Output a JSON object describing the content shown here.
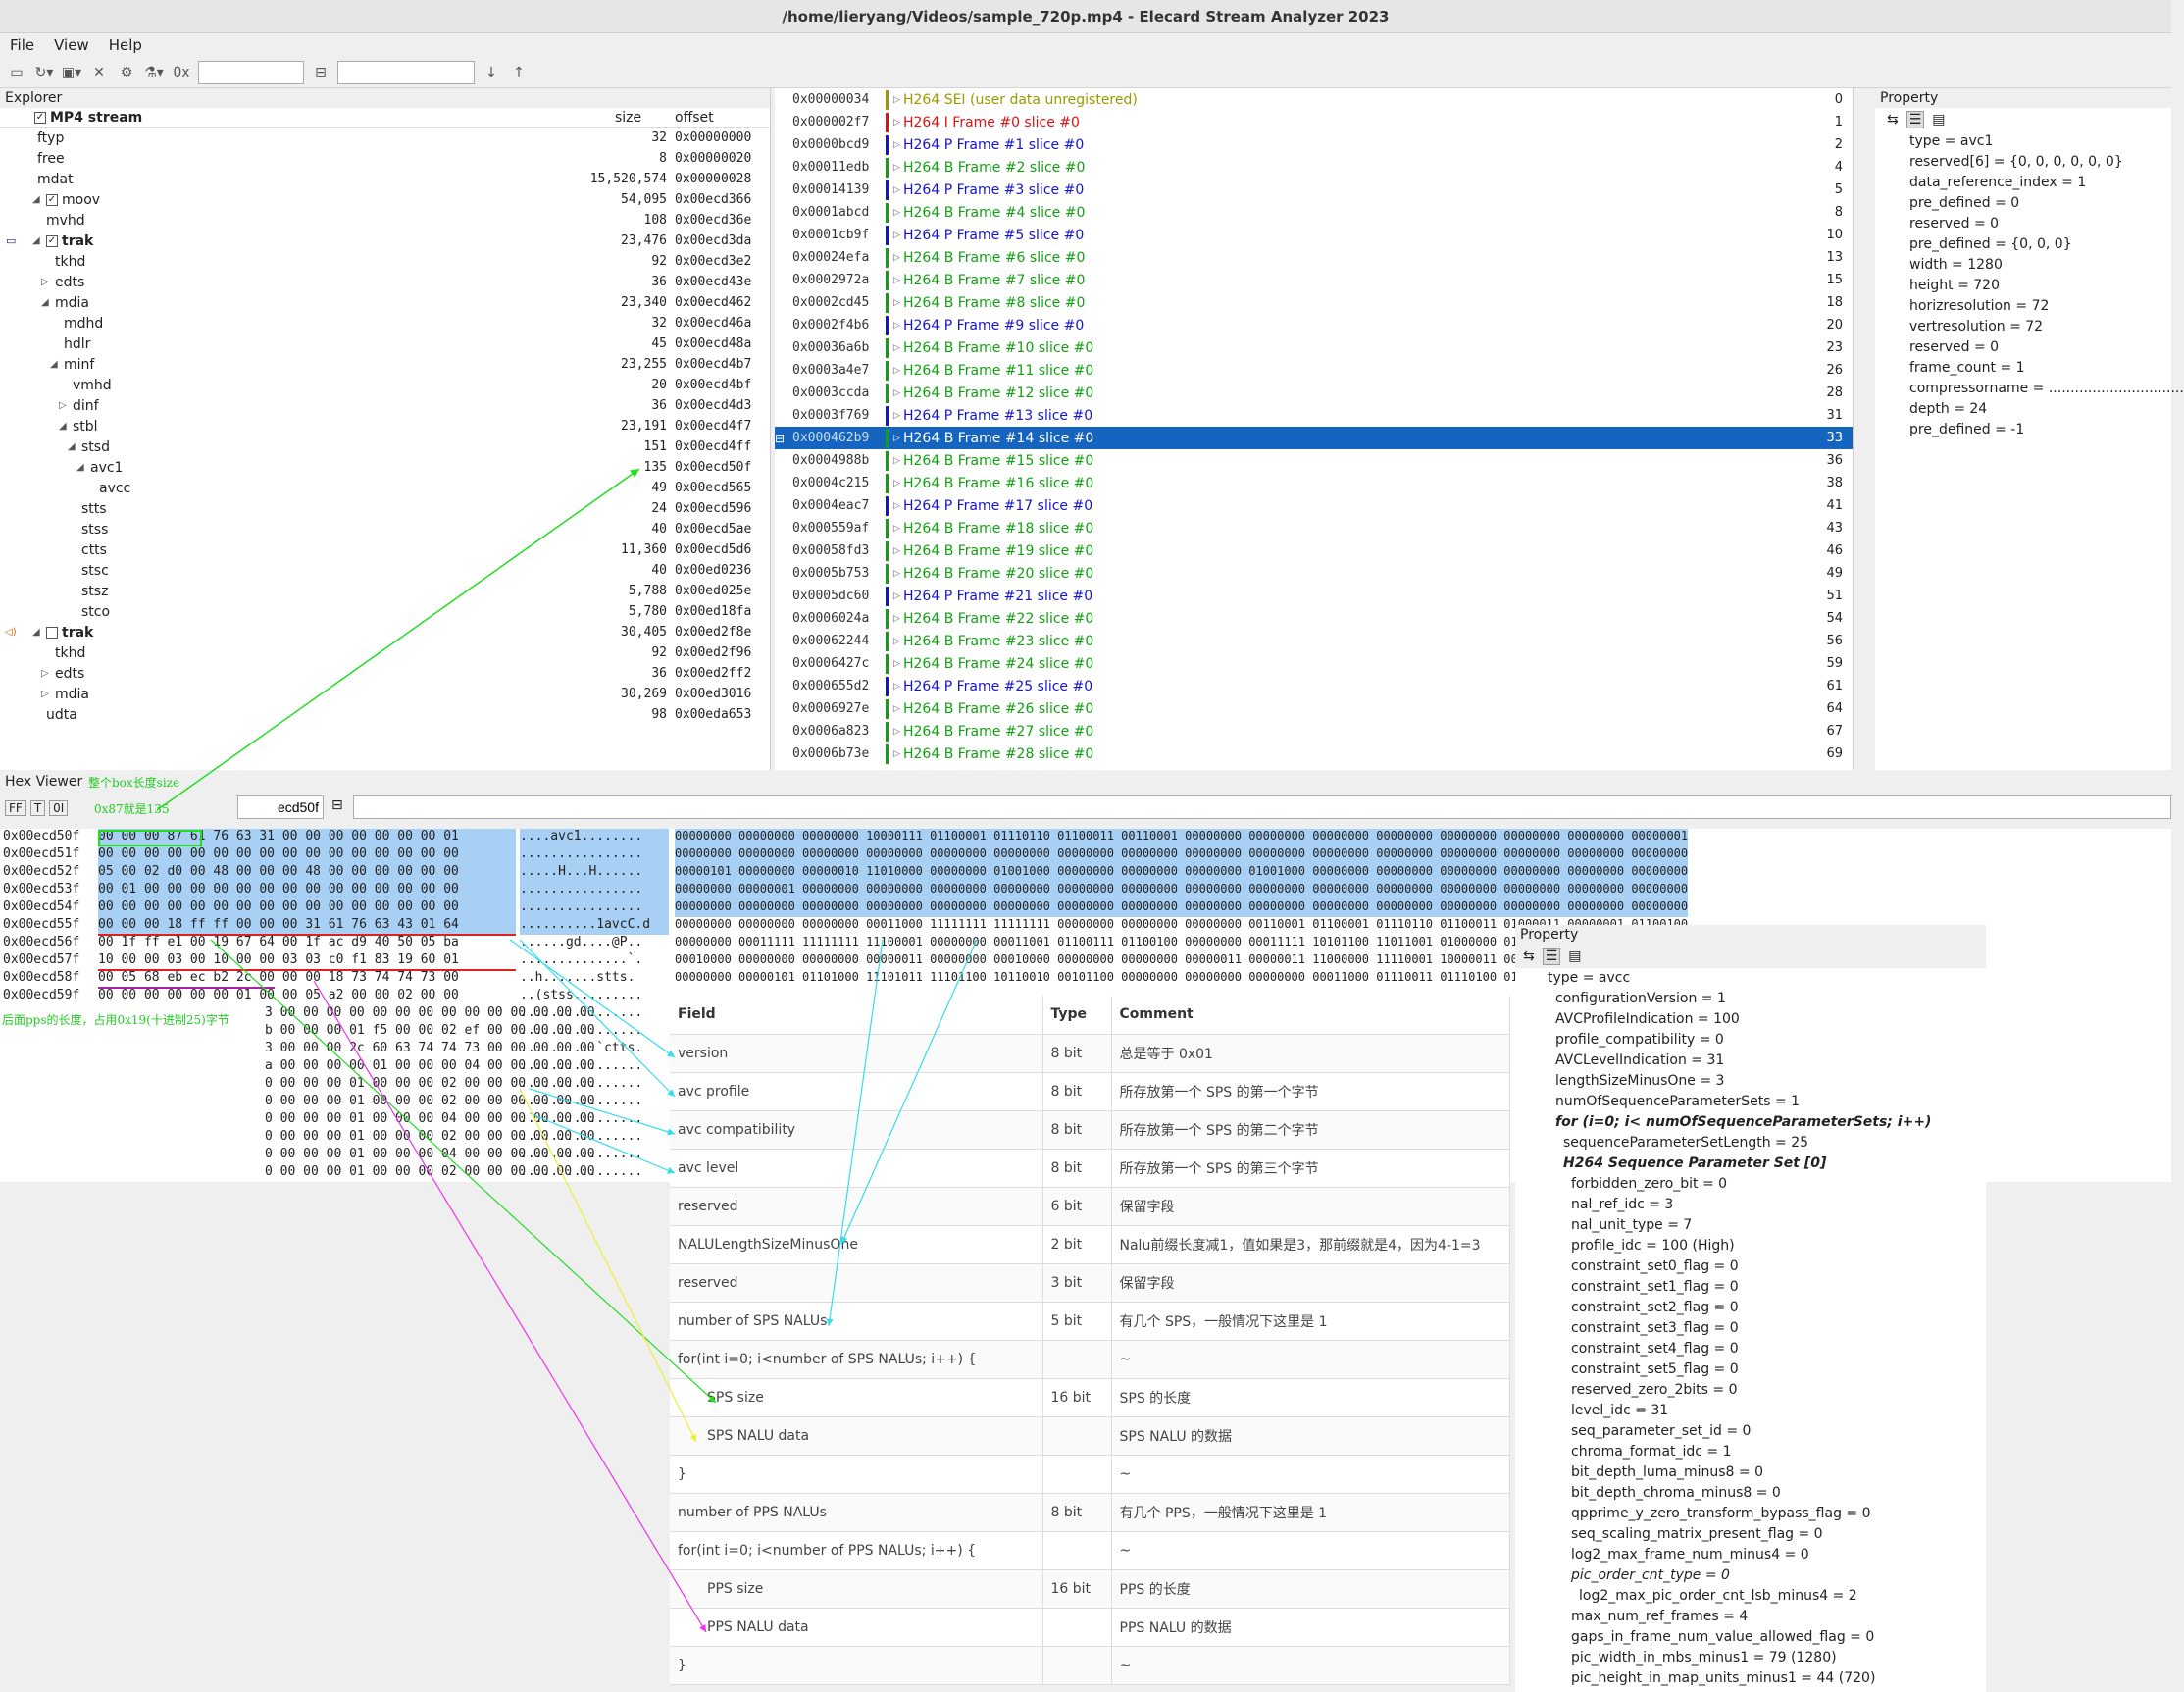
{
  "title": "/home/lieryang/Videos/sample_720p.mp4 - Elecard Stream Analyzer 2023",
  "menu": [
    "File",
    "View",
    "Help"
  ],
  "toolbar": {
    "hex_label": "0x"
  },
  "explorer": {
    "title": "Explorer",
    "col_size": "size",
    "col_offset": "offset",
    "root": "MP4 stream",
    "rows": [
      {
        "name": "ftyp",
        "size": "32",
        "offset": "0x00000000"
      },
      {
        "name": "free",
        "size": "8",
        "offset": "0x00000020"
      },
      {
        "name": "mdat",
        "size": "15,520,574",
        "offset": "0x00000028"
      },
      {
        "name": "moov",
        "size": "54,095",
        "offset": "0x00ecd366"
      },
      {
        "name": "mvhd",
        "size": "108",
        "offset": "0x00ecd36e"
      },
      {
        "name": "trak",
        "size": "23,476",
        "offset": "0x00ecd3da"
      },
      {
        "name": "tkhd",
        "size": "92",
        "offset": "0x00ecd3e2"
      },
      {
        "name": "edts",
        "size": "36",
        "offset": "0x00ecd43e"
      },
      {
        "name": "mdia",
        "size": "23,340",
        "offset": "0x00ecd462"
      },
      {
        "name": "mdhd",
        "size": "32",
        "offset": "0x00ecd46a"
      },
      {
        "name": "hdlr",
        "size": "45",
        "offset": "0x00ecd48a"
      },
      {
        "name": "minf",
        "size": "23,255",
        "offset": "0x00ecd4b7"
      },
      {
        "name": "vmhd",
        "size": "20",
        "offset": "0x00ecd4bf"
      },
      {
        "name": "dinf",
        "size": "36",
        "offset": "0x00ecd4d3"
      },
      {
        "name": "stbl",
        "size": "23,191",
        "offset": "0x00ecd4f7"
      },
      {
        "name": "stsd",
        "size": "151",
        "offset": "0x00ecd4ff"
      },
      {
        "name": "avc1",
        "size": "135",
        "offset": "0x00ecd50f"
      },
      {
        "name": "avcc",
        "size": "49",
        "offset": "0x00ecd565"
      },
      {
        "name": "stts",
        "size": "24",
        "offset": "0x00ecd596"
      },
      {
        "name": "stss",
        "size": "40",
        "offset": "0x00ecd5ae"
      },
      {
        "name": "ctts",
        "size": "11,360",
        "offset": "0x00ecd5d6"
      },
      {
        "name": "stsc",
        "size": "40",
        "offset": "0x00ed0236"
      },
      {
        "name": "stsz",
        "size": "5,788",
        "offset": "0x00ed025e"
      },
      {
        "name": "stco",
        "size": "5,780",
        "offset": "0x00ed18fa"
      },
      {
        "name": "trak",
        "size": "30,405",
        "offset": "0x00ed2f8e"
      },
      {
        "name": "tkhd",
        "size": "92",
        "offset": "0x00ed2f96"
      },
      {
        "name": "edts",
        "size": "36",
        "offset": "0x00ed2ff2"
      },
      {
        "name": "mdia",
        "size": "30,269",
        "offset": "0x00ed3016"
      },
      {
        "name": "udta",
        "size": "98",
        "offset": "0x00eda653"
      }
    ]
  },
  "frames": [
    {
      "off": "0x00000034",
      "label": "H264 SEI (user data unregistered)",
      "n": "0",
      "c": "#999900"
    },
    {
      "off": "0x000002f7",
      "label": "H264 I Frame #0 slice #0",
      "n": "1",
      "c": "#dd1111"
    },
    {
      "off": "0x0000bcd9",
      "label": "H264 P Frame #1 slice #0",
      "n": "2",
      "c": "#1515cc"
    },
    {
      "off": "0x00011edb",
      "label": "H264 B Frame #2 slice #0",
      "n": "4",
      "c": "#11a011"
    },
    {
      "off": "0x00014139",
      "label": "H264 P Frame #3 slice #0",
      "n": "5",
      "c": "#1515cc"
    },
    {
      "off": "0x0001abcd",
      "label": "H264 B Frame #4 slice #0",
      "n": "8",
      "c": "#11a011"
    },
    {
      "off": "0x0001cb9f",
      "label": "H264 P Frame #5 slice #0",
      "n": "10",
      "c": "#1515cc"
    },
    {
      "off": "0x00024efa",
      "label": "H264 B Frame #6 slice #0",
      "n": "13",
      "c": "#11a011"
    },
    {
      "off": "0x0002972a",
      "label": "H264 B Frame #7 slice #0",
      "n": "15",
      "c": "#11a011"
    },
    {
      "off": "0x0002cd45",
      "label": "H264 B Frame #8 slice #0",
      "n": "18",
      "c": "#11a011"
    },
    {
      "off": "0x0002f4b6",
      "label": "H264 P Frame #9 slice #0",
      "n": "20",
      "c": "#1515cc"
    },
    {
      "off": "0x00036a6b",
      "label": "H264 B Frame #10 slice #0",
      "n": "23",
      "c": "#11a011"
    },
    {
      "off": "0x0003a4e7",
      "label": "H264 B Frame #11 slice #0",
      "n": "26",
      "c": "#11a011"
    },
    {
      "off": "0x0003ccda",
      "label": "H264 B Frame #12 slice #0",
      "n": "28",
      "c": "#11a011"
    },
    {
      "off": "0x0003f769",
      "label": "H264 P Frame #13 slice #0",
      "n": "31",
      "c": "#1515cc"
    },
    {
      "off": "0x000462b9",
      "label": "H264 B Frame #14 slice #0",
      "n": "33",
      "c": "#11a011"
    },
    {
      "off": "0x0004988b",
      "label": "H264 B Frame #15 slice #0",
      "n": "36",
      "c": "#11a011"
    },
    {
      "off": "0x0004c215",
      "label": "H264 B Frame #16 slice #0",
      "n": "38",
      "c": "#11a011"
    },
    {
      "off": "0x0004eac7",
      "label": "H264 P Frame #17 slice #0",
      "n": "41",
      "c": "#1515cc"
    },
    {
      "off": "0x000559af",
      "label": "H264 B Frame #18 slice #0",
      "n": "43",
      "c": "#11a011"
    },
    {
      "off": "0x00058fd3",
      "label": "H264 B Frame #19 slice #0",
      "n": "46",
      "c": "#11a011"
    },
    {
      "off": "0x0005b753",
      "label": "H264 B Frame #20 slice #0",
      "n": "49",
      "c": "#11a011"
    },
    {
      "off": "0x0005dc60",
      "label": "H264 P Frame #21 slice #0",
      "n": "51",
      "c": "#1515cc"
    },
    {
      "off": "0x0006024a",
      "label": "H264 B Frame #22 slice #0",
      "n": "54",
      "c": "#11a011"
    },
    {
      "off": "0x00062244",
      "label": "H264 B Frame #23 slice #0",
      "n": "56",
      "c": "#11a011"
    },
    {
      "off": "0x0006427c",
      "label": "H264 B Frame #24 slice #0",
      "n": "59",
      "c": "#11a011"
    },
    {
      "off": "0x000655d2",
      "label": "H264 P Frame #25 slice #0",
      "n": "61",
      "c": "#1515cc"
    },
    {
      "off": "0x0006927e",
      "label": "H264 B Frame #26 slice #0",
      "n": "64",
      "c": "#11a011"
    },
    {
      "off": "0x0006a823",
      "label": "H264 B Frame #27 slice #0",
      "n": "67",
      "c": "#11a011"
    },
    {
      "off": "0x0006b73e",
      "label": "H264 B Frame #28 slice #0",
      "n": "69",
      "c": "#11a011"
    }
  ],
  "selected_frame_index": 15,
  "property1": {
    "title": "Property",
    "rows": [
      "type = avc1",
      "reserved[6] = {0, 0, 0, 0, 0, 0}",
      "data_reference_index = 1",
      "pre_defined = 0",
      "reserved = 0",
      "pre_defined = {0, 0, 0}",
      "width = 1280",
      "height = 720",
      "horizresolution = 72",
      "vertresolution = 72",
      "reserved = 0",
      "frame_count = 1",
      "compressorname = ...............................",
      "depth = 24",
      "pre_defined = -1"
    ]
  },
  "hex": {
    "title": "Hex Viewer",
    "btn_ff": "FF",
    "btn_t": "T",
    "btn_01": "0I",
    "offset_input": "ecd50f",
    "rows": [
      {
        "a": "0x00ecd50f",
        "h": "00 00 00 87 61 76 63 31 00 00 00 00 00 00 00 01",
        "t": "....avc1........",
        "b": "00000000 00000000 00000000 10000111 01100001 01110110 01100011 00110001 00000000 00000000 00000000 00000000 00000000 00000000 00000000 00000001"
      },
      {
        "a": "0x00ecd51f",
        "h": "00 00 00 00 00 00 00 00 00 00 00 00 00 00 00 00",
        "t": "................",
        "b": "00000000 00000000 00000000 00000000 00000000 00000000 00000000 00000000 00000000 00000000 00000000 00000000 00000000 00000000 00000000 00000000"
      },
      {
        "a": "0x00ecd52f",
        "h": "05 00 02 d0 00 48 00 00 00 48 00 00 00 00 00 00",
        "t": ".....H...H......",
        "b": "00000101 00000000 00000010 11010000 00000000 01001000 00000000 00000000 00000000 01001000 00000000 00000000 00000000 00000000 00000000 00000000"
      },
      {
        "a": "0x00ecd53f",
        "h": "00 01 00 00 00 00 00 00 00 00 00 00 00 00 00 00",
        "t": "................",
        "b": "00000000 00000001 00000000 00000000 00000000 00000000 00000000 00000000 00000000 00000000 00000000 00000000 00000000 00000000 00000000 00000000"
      },
      {
        "a": "0x00ecd54f",
        "h": "00 00 00 00 00 00 00 00 00 00 00 00 00 00 00 00",
        "t": "................",
        "b": "00000000 00000000 00000000 00000000 00000000 00000000 00000000 00000000 00000000 00000000 00000000 00000000 00000000 00000000 00000000 00000000"
      },
      {
        "a": "0x00ecd55f",
        "h": "00 00 00 18 ff ff 00 00 00 31 61 76 63 43 01 64",
        "t": "..........1avcC.d",
        "b": "00000000 00000000 00000000 00011000 11111111 11111111 00000000 00000000 00000000 00110001 01100001 01110110 01100011 01000011 00000001 01100100"
      },
      {
        "a": "0x00ecd56f",
        "h": "00 1f ff e1 00 19 67 64 00 1f ac d9 40 50 05 ba",
        "t": "......gd....@P..",
        "b": "00000000 00011111 11111111 11100001 00000000 00011001 01100111 01100100 00000000 00011111 10101100 11011001 01000000 01010000 00000101 10111010"
      },
      {
        "a": "0x00ecd57f",
        "h": "10 00 00 03 00 10 00 00 03 03 c0 f1 83 19 60 01",
        "t": "..............`.",
        "b": "00010000 00000000 00000000 00000011 00000000 00010000 00000000 00000000 00000011 00000011 11000000 11110001 10000011 00011001 01100000 00000001"
      },
      {
        "a": "0x00ecd58f",
        "h": "00 05 68 eb ec b2 2c 00 00 00 18 73 74 74 73 00",
        "t": "..h.......stts.",
        "b": "00000000 00000101 01101000 11101011 11101100 10110010 00101100 00000000 00000000 00000000 00011000 01110011 01110100 01110100 01110011 00000000"
      },
      {
        "a": "0x00ecd59f",
        "h": "00 00 00 00 00 00 01 00 00 05 a2 00 00 02 00 00",
        "t": "..(stss.........",
        "b": ""
      },
      {
        "a": "",
        "h": "3 00 00 00 00 00 00 00 00 00 00 00 00 00 00",
        "t": "................",
        "b": ""
      },
      {
        "a": "",
        "h": "b 00 00 00 01 f5 00 00 02 ef 00 00 00 00 00",
        "t": "................",
        "b": ""
      },
      {
        "a": "",
        "h": "3 00 00 00 2c 60 63 74 74 73 00 00 00 00 00",
        "t": "..........`ctts.",
        "b": ""
      },
      {
        "a": "",
        "h": "a 00 00 00 00 01 00 00 00 04 00 00 00 00 00",
        "t": "................",
        "b": ""
      },
      {
        "a": "",
        "h": "0 00 00 00 01 00 00 00 02 00 00 00 00 00 00",
        "t": "................",
        "b": ""
      },
      {
        "a": "",
        "h": "0 00 00 00 01 00 00 00 02 00 00 00 00 00 00",
        "t": "................",
        "b": ""
      },
      {
        "a": "",
        "h": "0 00 00 00 01 00 00 00 04 00 00 00 00 00 00",
        "t": "................",
        "b": ""
      },
      {
        "a": "",
        "h": "0 00 00 00 01 00 00 00 02 00 00 00 00 00 00",
        "t": "................",
        "b": ""
      },
      {
        "a": "",
        "h": "0 00 00 00 01 00 00 00 04 00 00 00 00 00 00",
        "t": "................",
        "b": ""
      },
      {
        "a": "",
        "h": "0 00 00 00 01 00 00 00 02 00 00 00 00 00 00",
        "t": "................",
        "b": ""
      }
    ]
  },
  "notes": {
    "n1": "整个box长度size",
    "n2": "0x87就是135",
    "n3": "后面pps的长度，占用0x19(十进制25)字节"
  },
  "table": {
    "headers": [
      "Field",
      "Type",
      "Comment"
    ],
    "rows": [
      {
        "f": "version",
        "t": "8 bit",
        "c": "总是等于 0x01",
        "ind": false
      },
      {
        "f": "avc profile",
        "t": "8 bit",
        "c": "所存放第一个 SPS 的第一个字节",
        "ind": false
      },
      {
        "f": "avc compatibility",
        "t": "8 bit",
        "c": "所存放第一个 SPS 的第二个字节",
        "ind": false
      },
      {
        "f": "avc level",
        "t": "8 bit",
        "c": "所存放第一个 SPS 的第三个字节",
        "ind": false
      },
      {
        "f": "reserved",
        "t": "6 bit",
        "c": "保留字段",
        "ind": false
      },
      {
        "f": "NALULengthSizeMinusOne",
        "t": "2 bit",
        "c": "Nalu前缀长度减1，值如果是3，那前缀就是4，因为4-1=3",
        "ind": false
      },
      {
        "f": "reserved",
        "t": "3 bit",
        "c": "保留字段",
        "ind": false
      },
      {
        "f": "number of SPS NALUs",
        "t": "5 bit",
        "c": "有几个 SPS，一般情况下这里是 1",
        "ind": false
      },
      {
        "f": "for(int i=0; i<number of SPS NALUs; i++) {",
        "t": "",
        "c": "~",
        "ind": false
      },
      {
        "f": "SPS size",
        "t": "16 bit",
        "c": "SPS 的长度",
        "ind": true
      },
      {
        "f": "SPS NALU data",
        "t": "",
        "c": "SPS NALU 的数据",
        "ind": true
      },
      {
        "f": "}",
        "t": "",
        "c": "~",
        "ind": false
      },
      {
        "f": "number of PPS NALUs",
        "t": "8 bit",
        "c": "有几个 PPS，一般情况下这里是 1",
        "ind": false
      },
      {
        "f": "for(int i=0; i<number of PPS NALUs; i++) {",
        "t": "",
        "c": "~",
        "ind": false
      },
      {
        "f": "PPS size",
        "t": "16 bit",
        "c": "PPS 的长度",
        "ind": true
      },
      {
        "f": "PPS NALU data",
        "t": "",
        "c": "PPS NALU 的数据",
        "ind": true
      },
      {
        "f": "}",
        "t": "",
        "c": "~",
        "ind": false
      }
    ]
  },
  "property2": {
    "title": "Property",
    "rows": [
      {
        "t": "type = avcc",
        "i": 0,
        "s": ""
      },
      {
        "t": "configurationVersion = 1",
        "i": 1,
        "s": ""
      },
      {
        "t": "AVCProfileIndication = 100",
        "i": 1,
        "s": ""
      },
      {
        "t": "profile_compatibility = 0",
        "i": 1,
        "s": ""
      },
      {
        "t": "AVCLevelIndication = 31",
        "i": 1,
        "s": ""
      },
      {
        "t": "lengthSizeMinusOne = 3",
        "i": 1,
        "s": ""
      },
      {
        "t": "numOfSequenceParameterSets = 1",
        "i": 1,
        "s": ""
      },
      {
        "t": "for (i=0; i< numOfSequenceParameterSets; i++)",
        "i": 1,
        "s": "bi"
      },
      {
        "t": "sequenceParameterSetLength = 25",
        "i": 2,
        "s": ""
      },
      {
        "t": "H264 Sequence Parameter Set [0]",
        "i": 2,
        "s": "bi"
      },
      {
        "t": "forbidden_zero_bit = 0",
        "i": 3,
        "s": ""
      },
      {
        "t": "nal_ref_idc = 3",
        "i": 3,
        "s": ""
      },
      {
        "t": "nal_unit_type = 7",
        "i": 3,
        "s": ""
      },
      {
        "t": "profile_idc = 100 (High)",
        "i": 3,
        "s": ""
      },
      {
        "t": "constraint_set0_flag = 0",
        "i": 3,
        "s": ""
      },
      {
        "t": "constraint_set1_flag = 0",
        "i": 3,
        "s": ""
      },
      {
        "t": "constraint_set2_flag = 0",
        "i": 3,
        "s": ""
      },
      {
        "t": "constraint_set3_flag = 0",
        "i": 3,
        "s": ""
      },
      {
        "t": "constraint_set4_flag = 0",
        "i": 3,
        "s": ""
      },
      {
        "t": "constraint_set5_flag = 0",
        "i": 3,
        "s": ""
      },
      {
        "t": "reserved_zero_2bits = 0",
        "i": 3,
        "s": ""
      },
      {
        "t": "level_idc = 31",
        "i": 3,
        "s": ""
      },
      {
        "t": "seq_parameter_set_id = 0",
        "i": 3,
        "s": ""
      },
      {
        "t": "chroma_format_idc = 1",
        "i": 3,
        "s": ""
      },
      {
        "t": "bit_depth_luma_minus8 = 0",
        "i": 3,
        "s": ""
      },
      {
        "t": "bit_depth_chroma_minus8 = 0",
        "i": 3,
        "s": ""
      },
      {
        "t": "qpprime_y_zero_transform_bypass_flag = 0",
        "i": 3,
        "s": ""
      },
      {
        "t": "seq_scaling_matrix_present_flag = 0",
        "i": 3,
        "s": ""
      },
      {
        "t": "log2_max_frame_num_minus4 = 0",
        "i": 3,
        "s": ""
      },
      {
        "t": "pic_order_cnt_type = 0",
        "i": 3,
        "s": "i"
      },
      {
        "t": "log2_max_pic_order_cnt_lsb_minus4 = 2",
        "i": 4,
        "s": ""
      },
      {
        "t": "max_num_ref_frames = 4",
        "i": 3,
        "s": ""
      },
      {
        "t": "gaps_in_frame_num_value_allowed_flag = 0",
        "i": 3,
        "s": ""
      },
      {
        "t": "pic_width_in_mbs_minus1 = 79 (1280)",
        "i": 3,
        "s": ""
      },
      {
        "t": "pic_height_in_map_units_minus1 = 44 (720)",
        "i": 3,
        "s": ""
      }
    ]
  }
}
